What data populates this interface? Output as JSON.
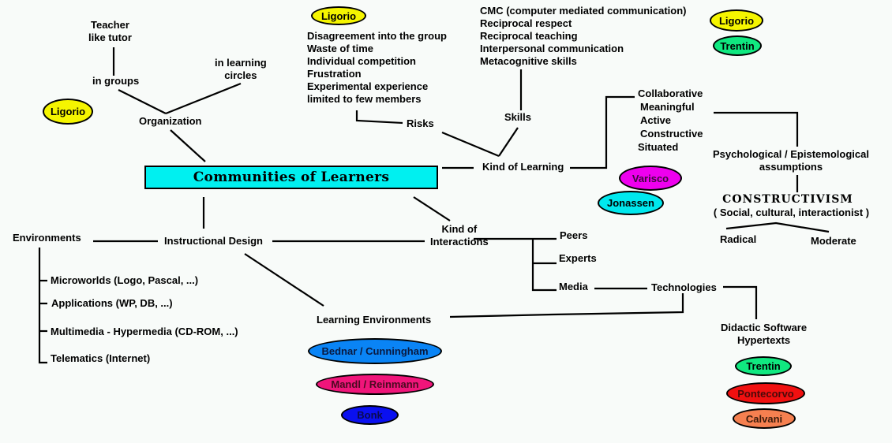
{
  "title": "Communities of Learners",
  "colors": {
    "main_box": "#00f0f0",
    "ligorio": "#f5f500",
    "trentin": "#10e880",
    "varisco": "#ee00ee",
    "jonassen": "#00e8ee",
    "bednar": "#0a84f5",
    "mandl": "#f0157a",
    "bonk": "#0a10f0",
    "pontecorvo": "#f01010",
    "calvani": "#f58050"
  },
  "organization": {
    "label": "Organization",
    "teacher": [
      "Teacher",
      "like tutor"
    ],
    "in_groups": "in groups",
    "in_circles": [
      "in learning",
      "circles"
    ],
    "author": "Ligorio"
  },
  "risks": {
    "label": "Risks",
    "author": "Ligorio",
    "items": [
      "Disagreement into the group",
      "Waste of time",
      "Individual competition",
      "Frustration",
      "Experimental experience",
      "limited to few members"
    ]
  },
  "skills": {
    "label": "Skills",
    "items": [
      "CMC (computer mediated communication)",
      "Reciprocal respect",
      "Reciprocal teaching",
      "Interpersonal communication",
      "Metacognitive skills"
    ],
    "authors": [
      "Ligorio",
      "Trentin"
    ]
  },
  "kind_of_learning": {
    "label": "Kind of Learning",
    "items": [
      "Collaborative",
      "Meaningful",
      "Active",
      "Constructive",
      "Situated"
    ],
    "authors": [
      "Varisco",
      "Jonassen"
    ]
  },
  "assumptions": {
    "label": [
      "Psychological / Epistemological",
      "assumptions"
    ],
    "constructivism": "CONSTRUCTIVISM",
    "sub": "( Social, cultural, interactionist )",
    "radical": "Radical",
    "moderate": "Moderate"
  },
  "instructional_design": {
    "label": "Instructional Design",
    "environments": "Environments",
    "env_items": [
      "Microworlds (Logo, Pascal, ...)",
      "Applications (WP, DB, ...)",
      "Multimedia - Hypermedia (CD-ROM, ...)",
      "Telematics (Internet)"
    ]
  },
  "learning_environments": {
    "label": "Learning Environments",
    "authors": [
      "Bednar / Cunningham",
      "Mandl / Reinmann",
      "Bonk"
    ]
  },
  "interactions": {
    "label": [
      "Kind of",
      "Interactions"
    ],
    "items": [
      "Peers",
      "Experts",
      "Media"
    ]
  },
  "technologies": {
    "label": "Technologies",
    "items": [
      "Didactic Software",
      "Hypertexts"
    ],
    "authors": [
      "Trentin",
      "Pontecorvo",
      "Calvani"
    ]
  }
}
